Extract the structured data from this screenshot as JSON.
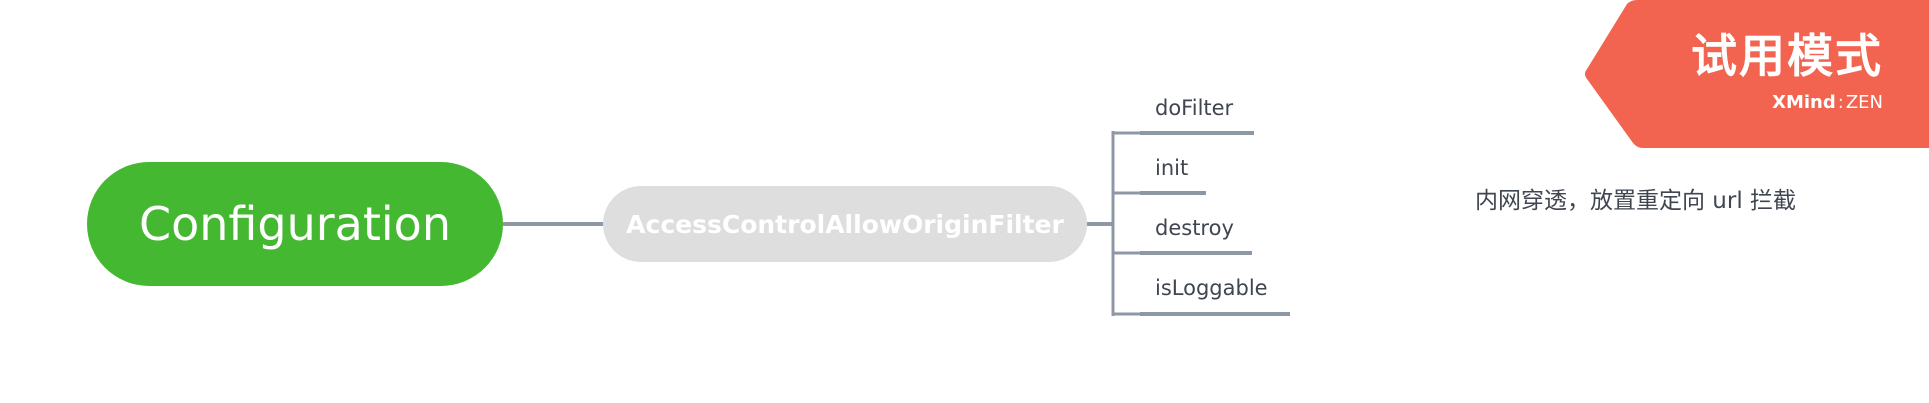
{
  "mindmap": {
    "root": {
      "label": "Configuration",
      "color": "#45b832"
    },
    "main": {
      "label": "AccessControlAllowOriginFilter",
      "color": "#dedede"
    },
    "leaves": [
      {
        "label": "doFilter"
      },
      {
        "label": "init"
      },
      {
        "label": "destroy"
      },
      {
        "label": "isLoggable"
      }
    ],
    "note": "内网穿透，放置重定向 url 拦截",
    "line_color": "#8e98a4",
    "text_color": "#3f4650"
  },
  "watermark": {
    "title": "试用模式",
    "brand_bold": "XMind",
    "brand_sep": ":",
    "brand_rest": "ZEN",
    "color": "#f36450"
  }
}
